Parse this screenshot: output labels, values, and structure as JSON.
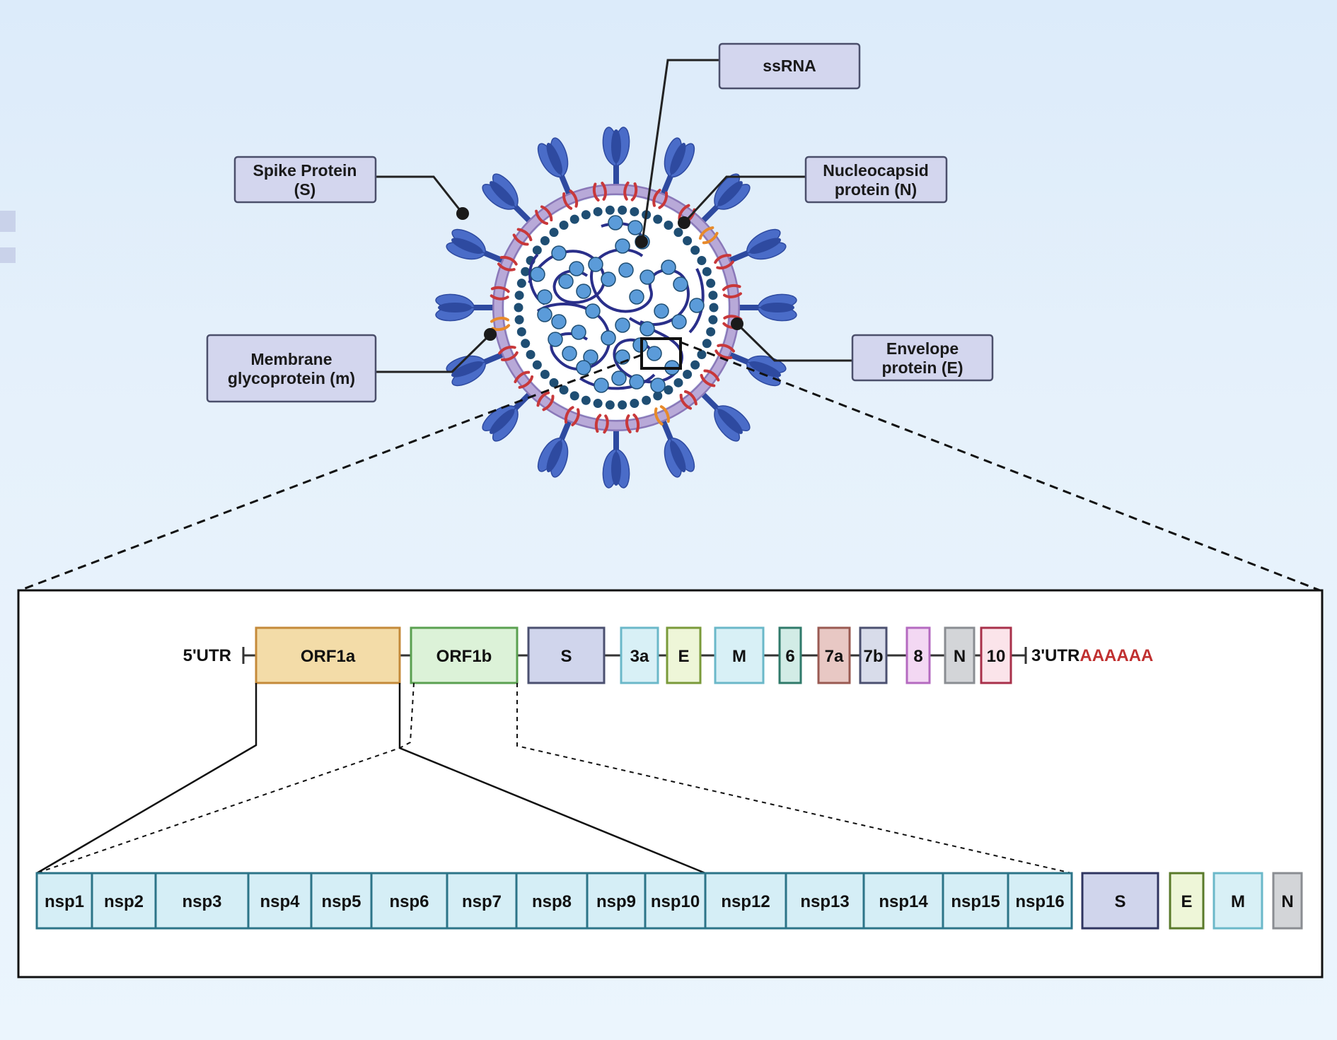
{
  "virion_labels": {
    "ssrna": [
      "ssRNA"
    ],
    "spike": [
      "Spike Protein",
      "(S)"
    ],
    "nucleocapsid": [
      "Nucleocapsid",
      "protein (N)"
    ],
    "membrane": [
      "Membrane",
      "glycoprotein (m)"
    ],
    "envelope": [
      "Envelope",
      "protein (E)"
    ]
  },
  "genome": {
    "five_utr": "5'UTR",
    "three_utr": "3'UTR",
    "poly_a": "AAAAAA",
    "genes": [
      {
        "label": "ORF1a",
        "fill": "#f3dca8",
        "stroke": "#c48a3a"
      },
      {
        "label": "ORF1b",
        "fill": "#dcf2d8",
        "stroke": "#5aa050"
      },
      {
        "label": "S",
        "fill": "#d0d5ec",
        "stroke": "#4b5070"
      },
      {
        "label": "3a",
        "fill": "#d8f0f6",
        "stroke": "#6bb8c9"
      },
      {
        "label": "E",
        "fill": "#eef6d8",
        "stroke": "#7a9a3a"
      },
      {
        "label": "M",
        "fill": "#d8f0f6",
        "stroke": "#6bb8c9"
      },
      {
        "label": "6",
        "fill": "#d2ece6",
        "stroke": "#2f7a6a"
      },
      {
        "label": "7a",
        "fill": "#e8c8c4",
        "stroke": "#9a5a52"
      },
      {
        "label": "7b",
        "fill": "#d8dcea",
        "stroke": "#4b5070"
      },
      {
        "label": "8",
        "fill": "#f3d8f3",
        "stroke": "#b46ac0"
      },
      {
        "label": "N",
        "fill": "#d3d5d8",
        "stroke": "#8a8d92"
      },
      {
        "label": "10",
        "fill": "#fbe4ea",
        "stroke": "#a8304a"
      }
    ]
  },
  "nsps": [
    "nsp1",
    "nsp2",
    "nsp3",
    "nsp4",
    "nsp5",
    "nsp6",
    "nsp7",
    "nsp8",
    "nsp9",
    "nsp10",
    "nsp12",
    "nsp13",
    "nsp14",
    "nsp15",
    "nsp16"
  ],
  "structural": [
    {
      "label": "S",
      "fill": "#d0d5ec",
      "stroke": "#2f3560"
    },
    {
      "label": "E",
      "fill": "#eef6d8",
      "stroke": "#5a7a2a"
    },
    {
      "label": "M",
      "fill": "#d8f0f6",
      "stroke": "#6bb8c9"
    },
    {
      "label": "N",
      "fill": "#d3d5d8",
      "stroke": "#8a8d92"
    }
  ],
  "colors": {
    "nsp_fill": "#d5eef6",
    "nsp_stroke": "#2c7488",
    "spike": "#4a6cc8",
    "spike_dark": "#2e4aa0",
    "membrane": "#b8a9d8",
    "membrane_edge": "#8a78b8",
    "rna": "#2a2f8a",
    "np": "#5b9bd9",
    "np_ring": "#1f4e73",
    "m_protein": "#c8383a",
    "e_protein": "#e88a2a",
    "poly_a": "#c03030"
  }
}
